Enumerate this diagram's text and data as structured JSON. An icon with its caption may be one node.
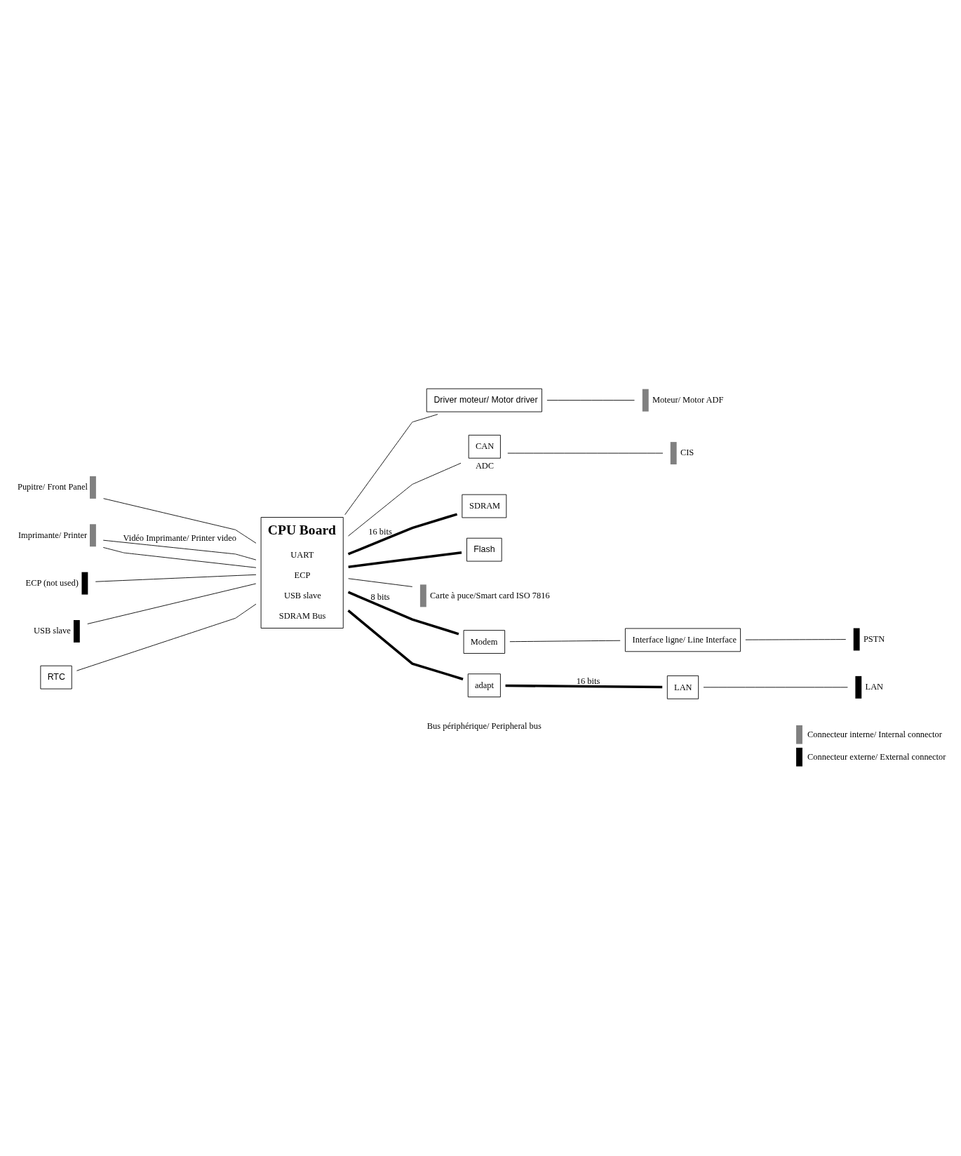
{
  "diagram": {
    "nodes": [
      {
        "text": [
          "CPU Board",
          "UART",
          "ECP",
          "USB slave",
          "SDRAM Bus"
        ]
      },
      {
        "text": [],
        "shape": "bar",
        "beside": [
          "Pupitre/ Front Panel"
        ]
      },
      {
        "text": [],
        "shape": "bar",
        "beside": [
          "Imprimante/ Printer"
        ]
      },
      {
        "text": [],
        "shape": "bar",
        "beside": [
          "ECP (not used)"
        ]
      },
      {
        "text": [],
        "shape": "bar",
        "beside": [
          "USB slave"
        ]
      },
      {
        "text": [
          "RTC"
        ]
      },
      {
        "text": [
          "Driver moteur/ Motor driver"
        ]
      },
      {
        "text": [],
        "shape": "bar",
        "beside": [
          "Moteur/ Motor ADF"
        ]
      },
      {
        "text": [
          "CAN"
        ],
        "beside": [
          "ADC"
        ]
      },
      {
        "text": [],
        "shape": "bar",
        "beside": [
          "CIS"
        ]
      },
      {
        "text": [
          "SDRAM"
        ]
      },
      {
        "text": [
          "Flash"
        ]
      },
      {
        "text": [],
        "shape": "bar",
        "beside": [
          "Carte à puce/Smart card ISO 7816"
        ]
      },
      {
        "text": [
          "Modem"
        ]
      },
      {
        "text": [
          "adapt"
        ]
      },
      {
        "text": [
          "Interface ligne/ Line Interface"
        ]
      },
      {
        "text": [
          "LAN"
        ]
      },
      {
        "text": [],
        "shape": "bar",
        "beside": [
          "PSTN"
        ]
      },
      {
        "text": [],
        "shape": "bar",
        "beside": [
          "LAN"
        ]
      }
    ],
    "edges": [
      {
        "from": 1,
        "to": 0,
        "arrow": "none"
      },
      {
        "from": 2,
        "to": 0,
        "arrow": "none",
        "label": "Vidéo Imprimante/ Printer video"
      },
      {
        "from": 2,
        "to": 0,
        "arrow": "none"
      },
      {
        "from": 3,
        "to": 0,
        "arrow": "none"
      },
      {
        "from": 4,
        "to": 0,
        "arrow": "none"
      },
      {
        "from": 5,
        "to": 0,
        "arrow": "none"
      },
      {
        "from": 0,
        "to": 6,
        "arrow": "none"
      },
      {
        "from": 6,
        "to": 7,
        "arrow": "none"
      },
      {
        "from": 0,
        "to": 8,
        "arrow": "none"
      },
      {
        "from": 8,
        "to": 9,
        "arrow": "none"
      },
      {
        "from": 0,
        "to": 10,
        "arrow": "none",
        "style": "thick",
        "label": "16 bits"
      },
      {
        "from": 0,
        "to": 11,
        "arrow": "none",
        "style": "thick"
      },
      {
        "from": 0,
        "to": 12,
        "arrow": "none"
      },
      {
        "from": 0,
        "to": 13,
        "arrow": "none",
        "style": "thick",
        "label": "8 bits"
      },
      {
        "from": 0,
        "to": 14,
        "arrow": "none",
        "style": "thick"
      },
      {
        "from": 13,
        "to": 15,
        "arrow": "none"
      },
      {
        "from": 14,
        "to": 16,
        "arrow": "none",
        "style": "thick",
        "label": "16 bits"
      },
      {
        "from": 15,
        "to": 17,
        "arrow": "none"
      },
      {
        "from": 16,
        "to": 18,
        "arrow": "none"
      }
    ],
    "labels": [
      "Bus périphérique/ Peripheral bus"
    ],
    "legend": [
      {
        "text": "Connecteur interne/ Internal connector",
        "color": "#808080"
      },
      {
        "text": "Connecteur externe/ External connector",
        "color": "#000000"
      }
    ]
  }
}
